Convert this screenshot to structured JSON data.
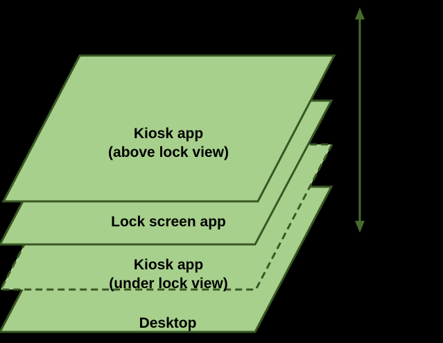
{
  "diagram": {
    "description": "Stack of display layers shown as overlapping parallelograms with a vertical double-headed z-order arrow",
    "layers": [
      {
        "id": "kiosk-app-above-lock",
        "label_lines": [
          "Kiosk app",
          "(above lock view)"
        ],
        "border_style": "solid",
        "stack_position": "top"
      },
      {
        "id": "lock-screen-app",
        "label_lines": [
          "Lock screen app"
        ],
        "border_style": "solid",
        "stack_position": "second"
      },
      {
        "id": "kiosk-app-under-lock",
        "label_lines": [
          "Kiosk app",
          "(under lock view)"
        ],
        "border_style": "dashed",
        "stack_position": "third"
      },
      {
        "id": "desktop",
        "label_lines": [
          "Desktop"
        ],
        "border_style": "solid",
        "stack_position": "bottom"
      }
    ],
    "arrow": {
      "name": "z-order-arrow",
      "orientation": "vertical",
      "heads": "both-ends"
    },
    "colors": {
      "background": "#000000",
      "layer_fill": "#a8d08d",
      "layer_border": "#385723",
      "arrow": "#486b2b",
      "label_text": "#000000"
    }
  }
}
